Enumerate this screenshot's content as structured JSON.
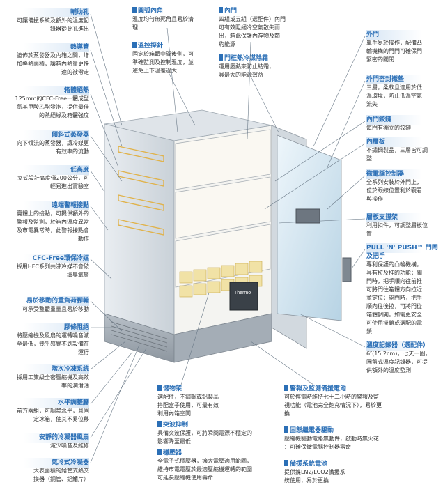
{
  "left_features": [
    {
      "title": "輔助孔",
      "desc": "可讓備援系統及額外的溫度記\n錄器從此孔進出"
    },
    {
      "title": "熱導管",
      "desc": "塗佈於蒸發器及內箱之間，增\n加導熱面積，讓箱內熱量更快\n速的被帶走"
    },
    {
      "title": "箱體絕熱",
      "desc": "125mm的CFC-Free一體成型\n氫基甲酸乙酯發泡，提供最佳\n的熱絕緣及箱體強度"
    },
    {
      "title": "傾斜式蒸發器",
      "desc": "向下傾流的蒸發器，讓冷媒更\n有效率的流動"
    },
    {
      "title": "低高度",
      "desc": "立式設計高度僅200公分，可\n輕易進出實驗室"
    },
    {
      "title": "遠端警報接點",
      "desc": "實體上的接點，可提供額外的\n警報及監測，於箱內溫度異常\n及市電異常時，此警報接點會\n動作"
    },
    {
      "title": "CFC-Free環保冷媒",
      "desc": "採用HFC系列共沸冷媒不會破\n壞臭氧層"
    },
    {
      "title": "易於移動的重負荷腳輪",
      "desc": "可承受整體重量且易於移動"
    },
    {
      "title": "膠條阻絕",
      "desc": "將壓縮機及風扇的運轉噪音減\n至最低，幾乎感覺不到設備在\n運行"
    },
    {
      "title": "階次冷凍系統",
      "desc": "採用工業級全密壓縮機及高效\n率的潤滑油"
    },
    {
      "title": "水平調整腳",
      "desc": "前方兩組，可調整水平，且固\n定冰箱，使其不易位移"
    },
    {
      "title": "安靜的冷凝器風扇",
      "desc": "減少噪音及維修"
    },
    {
      "title": "氣冷式冷凝器",
      "desc": "大表面積的鰭管式熱交\n換器（銅管、鋁鰭片）"
    }
  ],
  "top_features": [
    {
      "title": "圓弧內角",
      "desc": "溫度均勻無死角且易於清\n理"
    },
    {
      "title": "溫控探針",
      "desc": "固定於箱體中間後側，可\n準確監測及控制溫度，並\n避免上下溫差過大"
    },
    {
      "title": "內門",
      "desc": "四組或五組（選配件）內門\n可有效阻絕冷空氣散失而\n出，箱此保護內存物及節\n約能源"
    },
    {
      "title": "門框熱冷媒除霜",
      "desc": "運用廢熱來防止結霜，\n具最大的能源效益"
    }
  ],
  "right_features": [
    {
      "title": "外門",
      "desc": "單手易於操作，配備凸\n輪機構的門閂可確保門\n緊密的關閉"
    },
    {
      "title": "外門密封襯墊",
      "desc": "三層，柔軟且適用於低\n溫環境，防止低溫空氣\n流失"
    },
    {
      "title": "內門鉸鏈",
      "desc": "每門有獨立的鉸鏈"
    },
    {
      "title": "內層板",
      "desc": "不鏽鋼製品，三層皆可調\n整"
    },
    {
      "title": "微電腦控制器",
      "desc": "全系列安裝於外門上，\n位於眼線位置利於觀看\n與操作"
    },
    {
      "title": "層板支撐架",
      "desc": "利用扣件，可調整層板位\n置"
    },
    {
      "title": "PULL 'N' PUSH™ 門閂及把手",
      "desc": "專利保護的凸輪機構，\n具有拉及推的功能；關\n門時，把手順向往前推\n可將門往箱體方向拉近\n並定位；開門時，把手\n順向往後拉，可將門從\n箱體調開。如需更安全\n可使用掛鎖或選配的電\n鎖"
    },
    {
      "title": "溫度記錄器（選配件）",
      "desc": "6″(15.2cm)，七天一圈，\n圓盤式溫度記錄器，可提\n供額外的溫度監測"
    }
  ],
  "bottom_features": [
    {
      "title": "儲物架",
      "desc": "選配件，不鏽鋼或鋁製品\n搭配盒子使用，可最有效\n利用內箱空間"
    },
    {
      "title": "突波抑制",
      "desc": "具備突波保護，可將瞬間電源不穩定的\n影響降至最低"
    },
    {
      "title": "穩壓器",
      "desc": "全電子式穩壓器，擴大電壓適用範圍，\n維持市電電壓於最適壓縮機運轉的範圍\n可延長壓縮機使用壽命"
    },
    {
      "title": "警報及監測備援電池",
      "desc": "可於停電時維持七十二小時的警報及監\n視功能（電池完全飽充情況下），易於更\n換"
    },
    {
      "title": "固態繼電器驅動",
      "desc": "壓縮機驅動電路無動件，啟動時無火花\n：可確保微電腦控制器壽命"
    },
    {
      "title": "備援系統電池",
      "desc": "提供鎳LN2/LCO2備援系\n統使用，易於更換"
    }
  ],
  "device": {
    "brand_label": "Thermo"
  }
}
